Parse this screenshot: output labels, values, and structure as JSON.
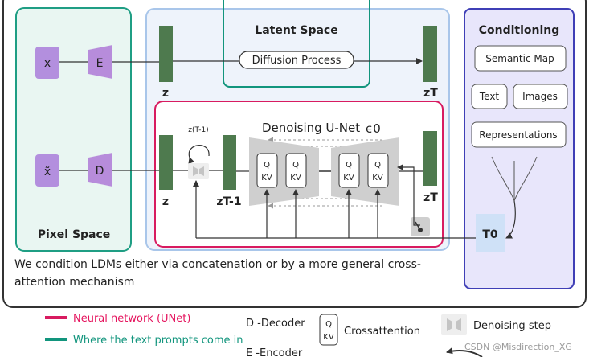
{
  "colors": {
    "pixel_space_border": "#1f9e84",
    "pixel_space_fill": "#e9f6f2",
    "latent_space_border": "#a9c6ea",
    "latent_space_fill": "#eef3fb",
    "conditioning_border": "#3f3fb6",
    "conditioning_fill": "#e8e6fb",
    "unet_border": "#d81b60",
    "latent_block": "#4e7a4e",
    "encoder_decoder": "#b78cdb",
    "input_box": "#b38fde",
    "tau_box": "#cfe1f7",
    "teal": "#12957d",
    "pink": "#e5135d"
  },
  "pixel_space": {
    "title": "Pixel Space",
    "input_x": "x",
    "output_x": "x̃",
    "encoder": "E",
    "decoder": "D"
  },
  "latent_space": {
    "title": "Latent Space",
    "z_top": "z",
    "zT_top": "zT",
    "process": "Diffusion Process",
    "z_bottom": "z",
    "zT1": "zT-1",
    "zT_bottom": "zT",
    "step_label": "z(T-1)"
  },
  "unet": {
    "title": "Denoising U-Net",
    "epsilon": "ϵ0",
    "q": "Q",
    "kv": "KV"
  },
  "conditioning": {
    "title": "Conditioning",
    "semantic_map": "Semantic Map",
    "text": "Text",
    "images": "Images",
    "representations": "Representations",
    "tau": "T0"
  },
  "caption_line1": "We condition LDMs either via concatenation or by a more general cross-",
  "caption_line2": "attention mechanism",
  "legend": {
    "neural_network": "Neural network (UNet)",
    "text_prompts": "Where the text prompts come in",
    "decoder": "D  -Decoder",
    "encoder": "E  -Encoder",
    "q": "Q",
    "kv": "KV",
    "crossattention": "Crossattention",
    "denoising_step": "Denoising step"
  },
  "watermark": "CSDN @Misdirection_XG"
}
